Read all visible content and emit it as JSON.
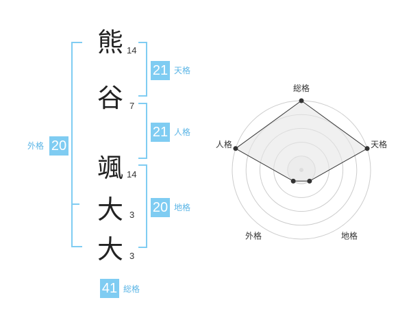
{
  "name": {
    "chars": [
      "熊",
      "谷",
      "颯",
      "大",
      "大"
    ],
    "strokes": [
      "14",
      "7",
      "14",
      "3",
      "3"
    ]
  },
  "kakaku": {
    "tenkaku": {
      "value": "21",
      "label": "天格"
    },
    "jinkaku": {
      "value": "21",
      "label": "人格"
    },
    "chikaku": {
      "value": "20",
      "label": "地格"
    },
    "gaikaku": {
      "value": "20",
      "label": "外格"
    },
    "soukaku": {
      "value": "41",
      "label": "総格"
    }
  },
  "chart_data": {
    "type": "radar",
    "axes": [
      "総格",
      "天格",
      "地格",
      "外格",
      "人格"
    ],
    "values": [
      5,
      5,
      1,
      1,
      5
    ],
    "max": 5,
    "rings": 5,
    "colors": {
      "line": "#333333",
      "fill": "#eeeeee",
      "ring": "#cccccc",
      "accent": "#7fccf2"
    }
  }
}
